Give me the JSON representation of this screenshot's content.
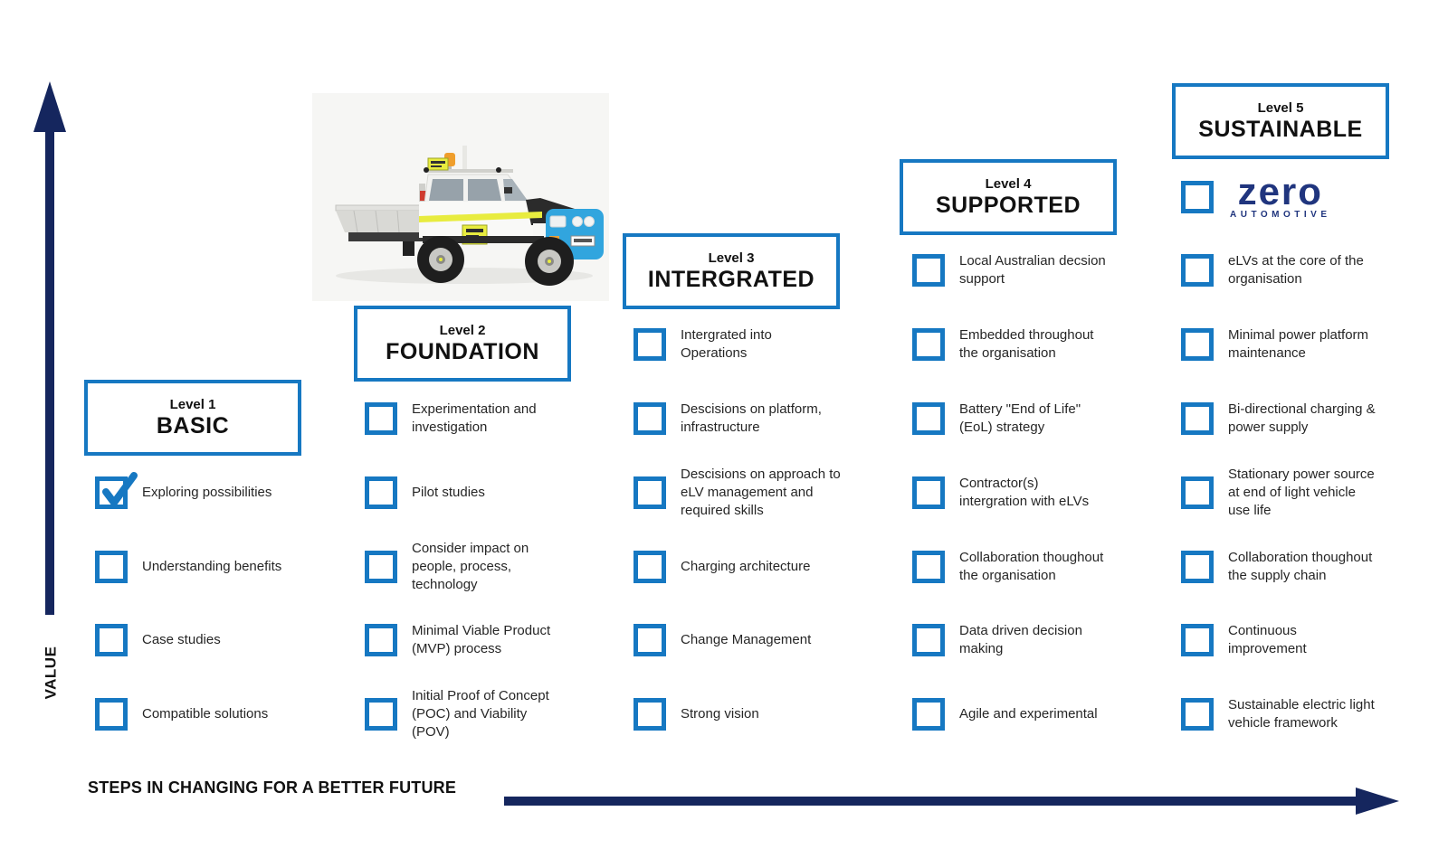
{
  "colors": {
    "box_blue": "#1678c2",
    "arrow_navy": "#15265e",
    "logo_navy": "#20357e",
    "heading_text": "#111111",
    "body_text": "#262626"
  },
  "value_axis": {
    "label": "VALUE"
  },
  "steps_axis": {
    "label": "STEPS IN CHANGING FOR A BETTER FUTURE"
  },
  "logo": {
    "brand": "zero",
    "subtitle": "AUTOMOTIVE"
  },
  "vehicle_image": {
    "name": "zero-automotive-electric-ute-photo"
  },
  "levels": [
    {
      "level": "Level 1",
      "name": "BASIC",
      "items": [
        {
          "text": "Exploring possibilities",
          "checked": true
        },
        {
          "text": "Understanding benefits",
          "checked": false
        },
        {
          "text": "Case studies",
          "checked": false
        },
        {
          "text": "Compatible solutions",
          "checked": false
        }
      ]
    },
    {
      "level": "Level 2",
      "name": "FOUNDATION",
      "items": [
        {
          "text": "Experimentation and\ninvestigation",
          "checked": false
        },
        {
          "text": "Pilot studies",
          "checked": false
        },
        {
          "text": "Consider impact on\npeople, process,\ntechnology",
          "checked": false
        },
        {
          "text": "Minimal Viable Product\n(MVP) process",
          "checked": false
        },
        {
          "text": "Initial Proof of Concept\n(POC) and Viability\n(POV)",
          "checked": false
        }
      ]
    },
    {
      "level": "Level 3",
      "name": "INTERGRATED",
      "items": [
        {
          "text": "Intergrated into\nOperations",
          "checked": false
        },
        {
          "text": "Descisions on platform,\ninfrastructure",
          "checked": false
        },
        {
          "text": "Descisions on approach to\neLV management and\nrequired skills",
          "checked": false
        },
        {
          "text": "Charging architecture",
          "checked": false
        },
        {
          "text": "Change Management",
          "checked": false
        },
        {
          "text": "Strong vision",
          "checked": false
        }
      ]
    },
    {
      "level": "Level 4",
      "name": "SUPPORTED",
      "items": [
        {
          "text": "Local Australian decsion\nsupport",
          "checked": false
        },
        {
          "text": "Embedded throughout\nthe organisation",
          "checked": false
        },
        {
          "text": "Battery \"End of Life\"\n(EoL) strategy",
          "checked": false
        },
        {
          "text": "Contractor(s)\nintergration with eLVs",
          "checked": false
        },
        {
          "text": "Collaboration thoughout\nthe organisation",
          "checked": false
        },
        {
          "text": "Data driven decision\nmaking",
          "checked": false
        },
        {
          "text": "Agile and experimental",
          "checked": false
        }
      ]
    },
    {
      "level": "Level 5",
      "name": "SUSTAINABLE",
      "logo_checkbox": {
        "checked": false
      },
      "items": [
        {
          "text": "eLVs at the core of the\norganisation",
          "checked": false
        },
        {
          "text": "Minimal power platform\nmaintenance",
          "checked": false
        },
        {
          "text": "Bi-directional charging &\npower supply",
          "checked": false
        },
        {
          "text": "Stationary power source\nat end of light vehicle\nuse life",
          "checked": false
        },
        {
          "text": "Collaboration thoughout\nthe supply chain",
          "checked": false
        },
        {
          "text": "Continuous\nimprovement",
          "checked": false
        },
        {
          "text": "Sustainable electric light\nvehicle framework",
          "checked": false
        }
      ]
    }
  ]
}
